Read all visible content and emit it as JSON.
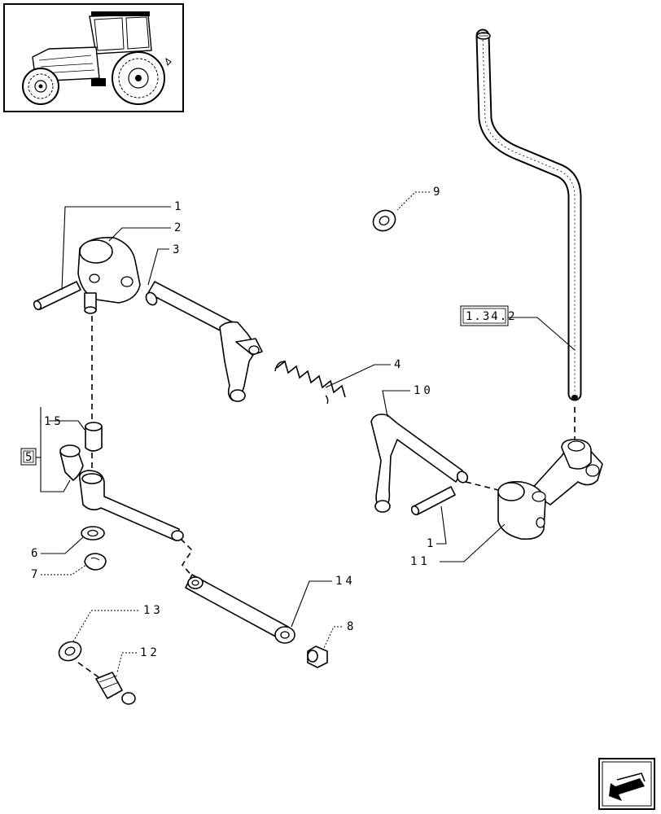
{
  "callouts": {
    "c1_top": "1",
    "c2": "2",
    "c3": "3",
    "c4": "4",
    "c5": "5",
    "c6": "6",
    "c7": "7",
    "c8": "8",
    "c9": "9",
    "c10": "10",
    "c11": "11",
    "c1_right": "1",
    "c12": "12",
    "c13": "13",
    "c14": "14",
    "c15": "15",
    "ref": "1.34.2"
  },
  "icons": {
    "thumbnail": "tractor-thumbnail-icon",
    "nav": "next-page-arrow-icon"
  }
}
